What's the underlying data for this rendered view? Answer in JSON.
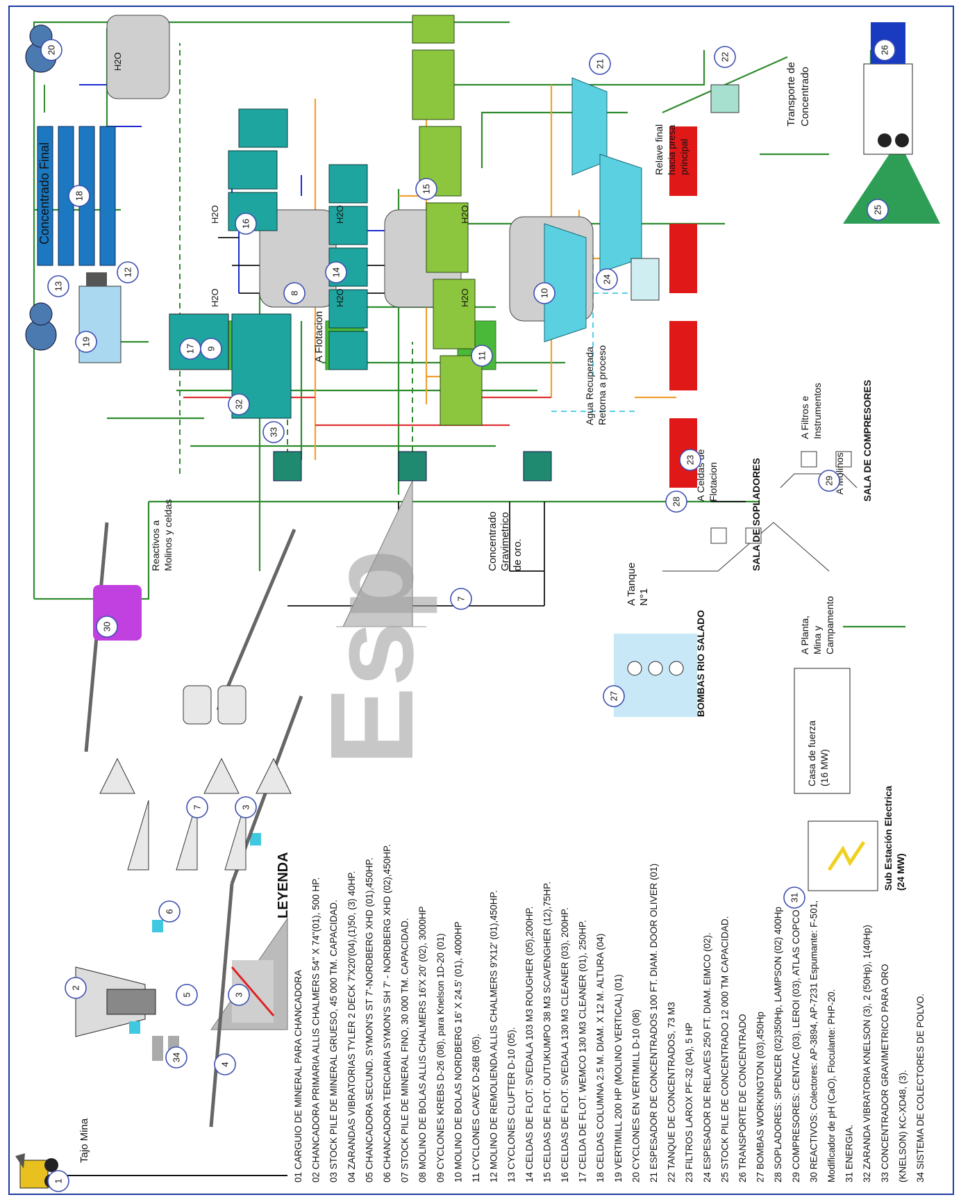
{
  "title": {
    "concentrado_final": "Concentrado Final",
    "legend_heading": "LEYENDA"
  },
  "labels": {
    "tajo_mina": "Tajo Mina",
    "reactivos": [
      "Reactivos a",
      "Molinos y celdas"
    ],
    "a_flotacion": "A Flotacion",
    "concentrado_gravimetrico": [
      "Concentrado",
      "Gravimetrico",
      "de oro."
    ],
    "agua_recuperada": [
      "Agua Recuperada",
      "Retorna a proceso"
    ],
    "relave_final": [
      "Relave final",
      "hacia presa",
      "principal"
    ],
    "transporte": [
      "Transporte de",
      "Concentrado"
    ],
    "a_tanque": [
      "A Tanque",
      "N°1"
    ],
    "a_celdas": [
      "A Celdas de",
      "Flotacion"
    ],
    "a_filtros": [
      "A Filtros e",
      "Instrumentos"
    ],
    "a_molinos": "A Molinos",
    "a_planta": [
      "A Planta,",
      "Mina y",
      "Campamento"
    ],
    "casa_fuerza": [
      "Casa de fuerza",
      "(16 MW)"
    ],
    "sub_estacion": [
      "Sub Estación Electrica",
      "(24 MW)"
    ],
    "bombas": "BOMBAS RIO SALADO",
    "sala_sopladores": "SALA DE SOPLADORES",
    "sala_compresores": "SALA DE COMPRESORES",
    "h2o": "H2O"
  },
  "colors": {
    "frame": "#1a3aa0",
    "green_line": "#2e8b2e",
    "orange_line": "#f0a030",
    "red_line": "#e03030",
    "blue_line": "#1a2ad0",
    "cyan_line": "#55d0e8",
    "cell_teal": "#1fa5a0",
    "cell_green": "#8cc63f",
    "tailings_red": "#e01818",
    "reagent_magenta": "#c040e0"
  },
  "legend": [
    "01 CARGUIO DE MINERAL PARA CHANCADORA",
    "02 CHANCADORA PRIMARIA ALLIS CHALMERS 54\" X 74\"(01), 500 HP.",
    "03 STOCK PILE DE MINERAL GRUESO, 45 000 TM. CAPACIDAD.",
    "04 ZARANDAS VIBRATORIAS TYLER 2 DECK 7'X20'(04),(1)50, (3) 40HP.",
    "05 CHANCADORA SECUND. SYMON'S ST 7'-NORDBERG XHD (01),450HP.",
    "06 CHANCADORA TERCIARIA SYMON'S SH 7' - NORDBERG XHD (02),450HP.",
    "07 STOCK PILE DE MINERAL FINO, 30 000 TM. CAPACIDAD.",
    "08 MOLINO DE BOLAS ALLIS CHALMERS 16'X 20' (02), 3000HP",
    "09 CYCLONES KREBS D-26 (08), para Knelson 1D-20 (01)",
    "10 MOLINO DE BOLAS NORDBERG 16' X 24.5' (01), 4000HP",
    "11 CYCLONES CAVEX D-26B (05).",
    "12 MOLINO DE REMOLIENDA ALLIS CHALMERS 9'X12' (01),450HP.",
    "13 CYCLONES CLUFTER D-10 (05).",
    "14 CELDAS DE FLOT. SVEDALA 103 M3 ROUGHER (05),200HP.",
    "15 CELDAS DE FLOT. OUTUKUMPO 38 M3 SCAVENGHER (12),75HP.",
    "16 CELDAS DE FLOT. SVEDALA 130 M3 CLEANER (03), 200HP.",
    "17 CELDA DE FLOT. WEMCO 130 M3 CLEANER (01), 250HP.",
    "18 CELDAS COLUMNA 2.5 M. DIAM. X 12 M. ALTURA (04)",
    "19 VERTIMILL 200 HP (MOLINO VERTICAL) (01)",
    "20 CYCLONES EN VERTIMILL D-10 (08)",
    "21 ESPESADOR DE CONCENTRADOS 100 FT. DIAM. DOOR OLIVER (01)",
    "22 TANQUE DE CONCENTRADOS, 73 M3",
    "23 FILTROS LAROX PF-32 (04), 5 HP",
    "24 ESPESADOR DE RELAVES 250 FT. DIAM. EIMCO (02).",
    "25 STOCK PILE DE CONCENTRADO 12 000 TM CAPACIDAD.",
    "26 TRANSPORTE DE CONCENTRADO",
    "27 BOMBAS WORKINGTON (03),450Hp",
    "28 SOPLADORES: SPENCER (02)350Hp, LAMPSON (02) 400Hp",
    "29 COMPRESORES: CENTAC (03), LEROI (03), ATLAS COPCO (01)",
    "30 REACTIVOS: Colectores: AP-3894, AP-7231 Espumante: F-501,",
    "      Modificador de pH (CaO), Floculante: PHP-20.",
    "31 ENERGIA.",
    "32 ZARANDA VIBRATORIA KNELSON (3), 2 (50Hp), 1(40Hp)",
    "33 CONCENTRADOR GRAVIMETRICO PARA ORO",
    "      (KNELSON) KC-XD48, (3).",
    "34 SISTEMA DE COLECTORES DE POLVO."
  ],
  "nodes": [
    "1",
    "2",
    "3",
    "4",
    "5",
    "6",
    "7",
    "8",
    "9",
    "10",
    "11",
    "12",
    "13",
    "14",
    "15",
    "16",
    "17",
    "18",
    "19",
    "20",
    "21",
    "22",
    "23",
    "24",
    "25",
    "26",
    "27",
    "28",
    "29",
    "30",
    "31",
    "32",
    "33",
    "34",
    "3",
    "7"
  ]
}
